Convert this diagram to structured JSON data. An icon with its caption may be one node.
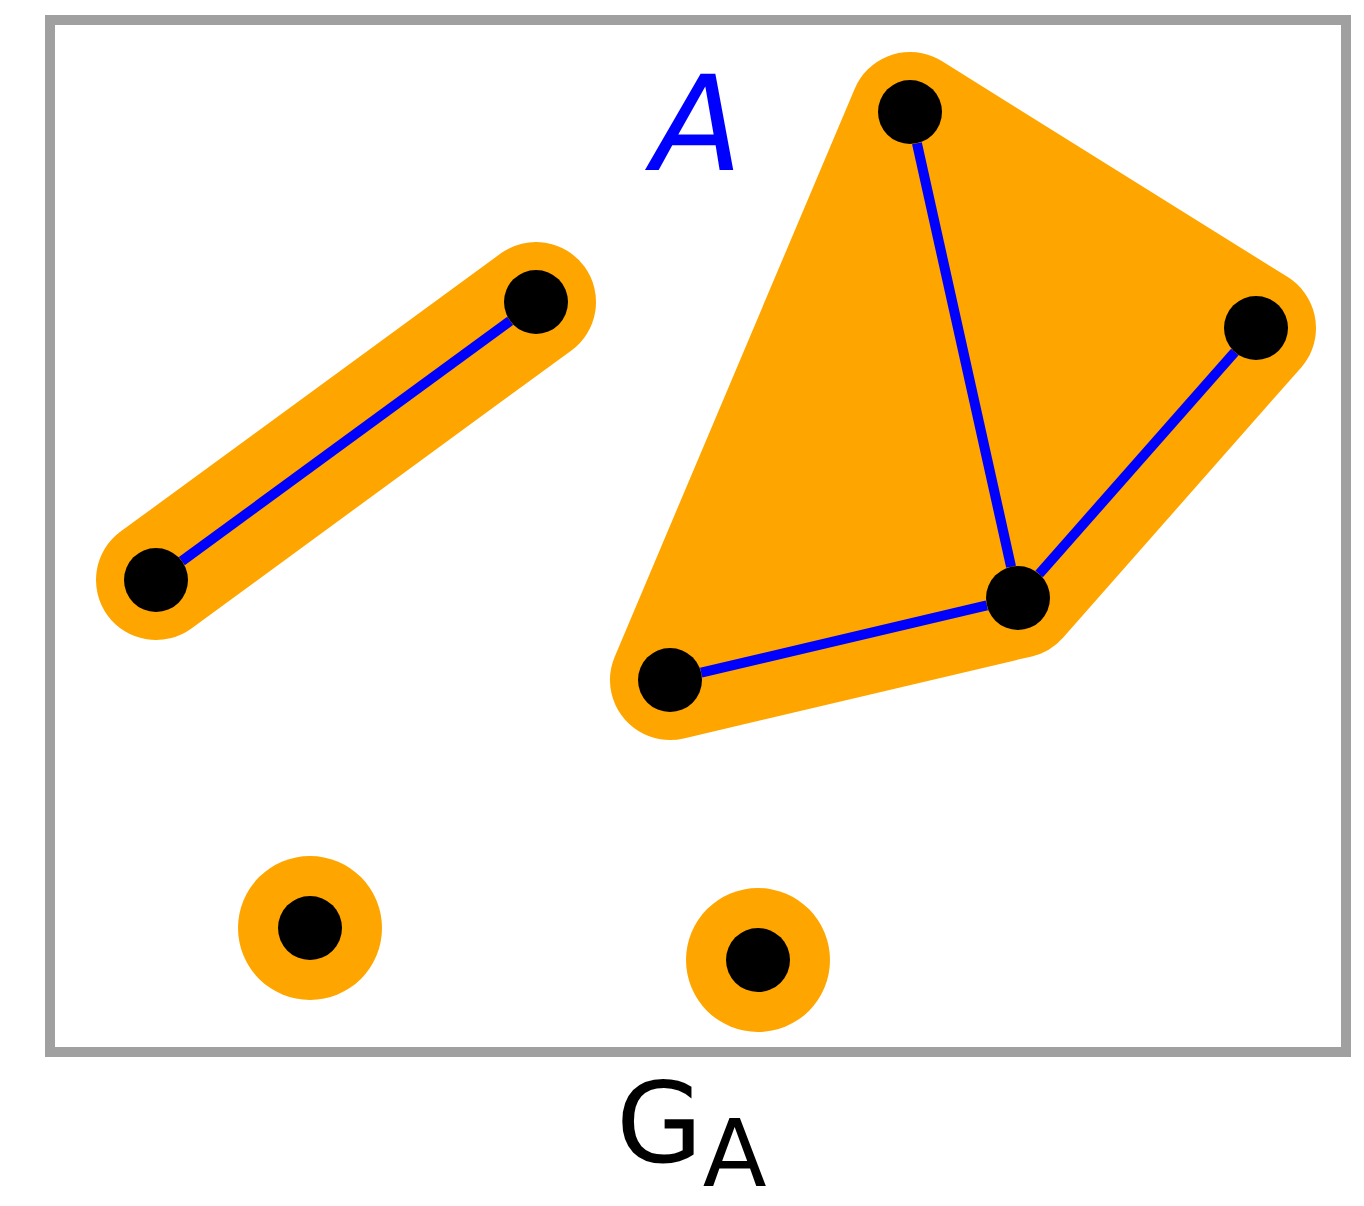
{
  "diagram": {
    "caption": "G$_{A}$",
    "nodes": [
      {
        "text": [],
        "shape": "circle"
      },
      {
        "text": [],
        "shape": "circle"
      },
      {
        "text": [],
        "shape": "circle"
      },
      {
        "text": [],
        "shape": "circle"
      },
      {
        "text": [],
        "shape": "circle"
      },
      {
        "text": [],
        "shape": "circle"
      },
      {
        "text": [],
        "shape": "circle"
      },
      {
        "text": [],
        "shape": "circle"
      }
    ],
    "edges": [
      {
        "from": 3,
        "to": 1,
        "arrow": "none"
      },
      {
        "from": 0,
        "to": 4,
        "arrow": "none"
      },
      {
        "from": 4,
        "to": 2,
        "arrow": "none"
      },
      {
        "from": 4,
        "to": 5,
        "arrow": "none"
      }
    ],
    "labels": [
      "A"
    ]
  }
}
